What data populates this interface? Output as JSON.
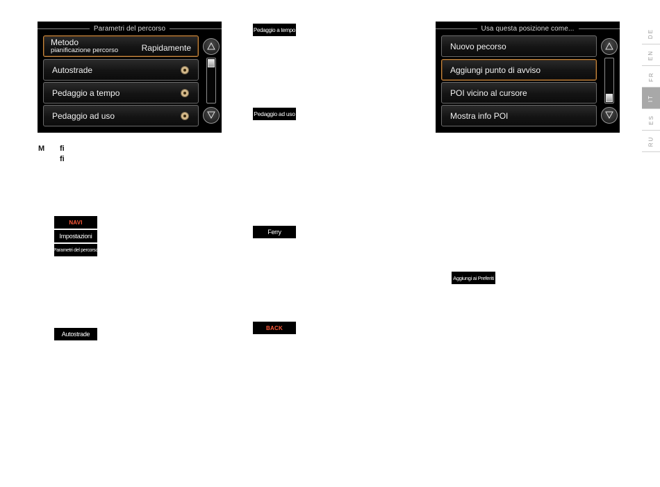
{
  "screen1": {
    "title": "Parametri del percorso",
    "row_metodo_line1": "Metodo",
    "row_metodo_line2": "pianificazione percorso",
    "row_metodo_value": "Rapidamente",
    "rows": [
      "Autostrade",
      "Pedaggio a tempo",
      "Pedaggio ad uso"
    ]
  },
  "screen2": {
    "title": "Usa questa posizione come...",
    "rows": [
      "Nuovo pecorso",
      "Aggiungi punto di avviso",
      "POI vicino al cursore",
      "Mostra info POI"
    ]
  },
  "fragments": {
    "m": "M",
    "fi1": "ﬁ",
    "fi2": "ﬁ"
  },
  "chips": {
    "navi": "NAVI",
    "impostazioni": "Impostazioni",
    "parametri": "Parametri del percorso",
    "autostrade": "Autostrade",
    "pedaggio_tempo": "Pedaggio a tempo",
    "pedaggio_uso": "Pedaggio ad uso",
    "ferry": "Ferry",
    "back": "BACK",
    "aggiungi_preferiti": "Aggiungi ai Preferiti"
  },
  "languages": [
    "DE",
    "EN",
    "FR",
    "IT",
    "ES",
    "RU"
  ],
  "active_language": "IT",
  "colors": {
    "selected_border": "#c98a42",
    "red_label": "#ff5a3a",
    "active_tab": "#a8a8a8"
  },
  "icons": {
    "up": "triangle-up-icon",
    "down": "triangle-down-icon",
    "radio": "radio-selected-icon"
  }
}
